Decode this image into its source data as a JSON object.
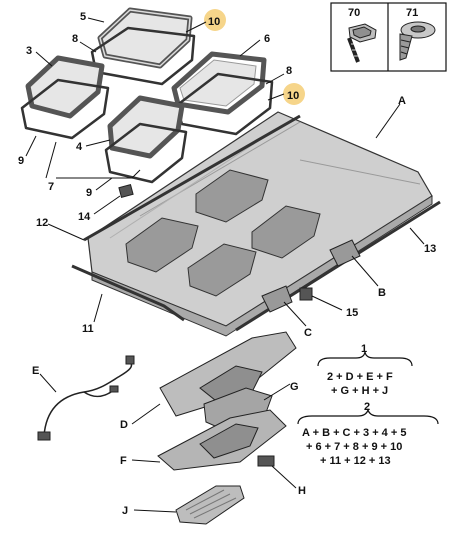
{
  "callouts": {
    "c5": "5",
    "c10a": "10",
    "c6": "6",
    "c3": "3",
    "c8a": "8",
    "c8b": "8",
    "c10b": "10",
    "cA": "A",
    "c4": "4",
    "c9a": "9",
    "c9b": "9",
    "c7": "7",
    "c14": "14",
    "c12": "12",
    "c13": "13",
    "c11": "11",
    "cB": "B",
    "cC": "C",
    "c15": "15",
    "cE": "E",
    "cG": "G",
    "cD": "D",
    "cF": "F",
    "cH": "H",
    "cJ": "J"
  },
  "fasteners": {
    "left": "70",
    "right": "71"
  },
  "group1": {
    "number": "1",
    "line1": "2 + D + E + F",
    "line2": "+ G + H + J"
  },
  "group2": {
    "number": "2",
    "line1": "A + B + C + 3 + 4 + 5",
    "line2": "+ 6 + 7 + 8 + 9 + 10",
    "line3": "+ 11 + 12 + 13"
  },
  "colors": {
    "highlight": "#f6d58a",
    "sheet": "#cfcfcf",
    "sheet_dark": "#a9a9a9",
    "glass": "#e6e6e6",
    "seal": "#444444"
  }
}
